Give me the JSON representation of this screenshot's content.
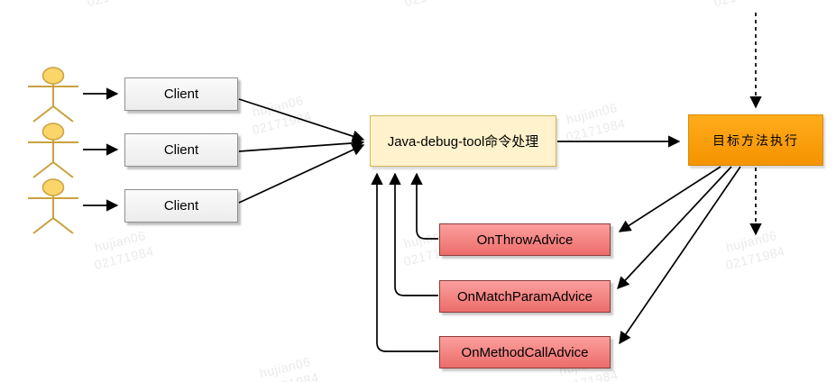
{
  "watermark": {
    "line1": "hujian06",
    "line2": "02171984"
  },
  "nodes": {
    "client1": "Client",
    "client2": "Client",
    "client3": "Client",
    "processor": "Java-debug-tool命令处理",
    "target": "目标方法执行",
    "advice1": "OnThrowAdvice",
    "advice2": "OnMatchParamAdvice",
    "advice3": "OnMethodCallAdvice"
  },
  "icons": {
    "actor-icon": "stick-figure-user",
    "arrowhead-icon": "black-triangle"
  },
  "colors": {
    "client-fill-top": "#FBFBFB",
    "client-fill-bottom": "#ECECEC",
    "client-border": "#8F8F8F",
    "processor-fill": "#FFF2CC",
    "processor-border": "#D6B656",
    "target-fill-top": "#FFAC1C",
    "target-fill-bottom": "#F59300",
    "target-border": "#D98C00",
    "advice-fill-top": "#FB9F9D",
    "advice-fill-bottom": "#EC6D6B",
    "advice-border": "#8C3B3B",
    "actor-fill": "#FBD56A",
    "actor-stroke": "#C9A23F",
    "edge": "#000000",
    "watermark": "#EAEAEA"
  }
}
